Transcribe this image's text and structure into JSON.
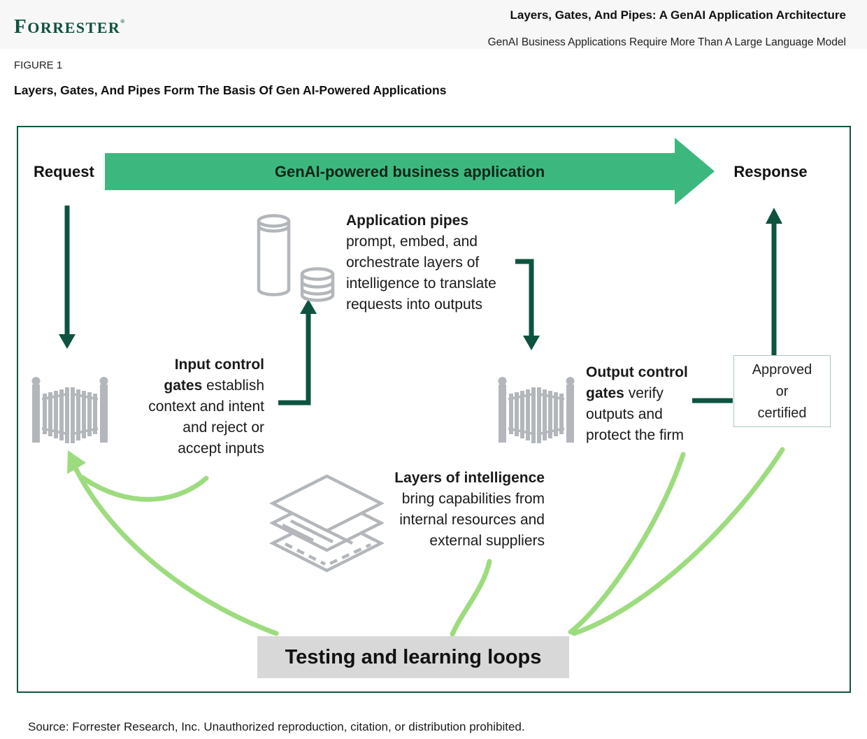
{
  "header": {
    "logo_text": "Forrester",
    "logo_reg": "®",
    "title": "Layers, Gates, And Pipes: A GenAI Application Architecture",
    "subtitle": "GenAI Business Applications Require More Than A Large Language Model"
  },
  "figure": {
    "label": "FIGURE 1",
    "title": "Layers, Gates, And Pipes Form The Basis Of Gen AI-Powered Applications"
  },
  "diagram": {
    "request_label": "Request",
    "arrow_label": "GenAI-powered business application",
    "response_label": "Response",
    "blocks": {
      "pipes": [
        [
          {
            "t": "Application pipes",
            "b": true
          }
        ],
        [
          {
            "t": "prompt, embed, and"
          }
        ],
        [
          {
            "t": "orchestrate layers of"
          }
        ],
        [
          {
            "t": "intelligence to translate"
          }
        ],
        [
          {
            "t": "requests into outputs"
          }
        ]
      ],
      "input_gates": [
        [
          {
            "t": "Input control",
            "b": true
          }
        ],
        [
          {
            "t": "gates",
            "b": true
          },
          {
            "t": " establish"
          }
        ],
        [
          {
            "t": "context and intent"
          }
        ],
        [
          {
            "t": "and reject or"
          }
        ],
        [
          {
            "t": "accept inputs"
          }
        ]
      ],
      "output_gates": [
        [
          {
            "t": "Output control",
            "b": true
          }
        ],
        [
          {
            "t": "gates",
            "b": true
          },
          {
            "t": " verify"
          }
        ],
        [
          {
            "t": "outputs and"
          }
        ],
        [
          {
            "t": "protect the firm"
          }
        ]
      ],
      "layers": [
        [
          {
            "t": "Layers of intelligence",
            "b": true
          }
        ],
        [
          {
            "t": "bring capabilities from"
          }
        ],
        [
          {
            "t": "internal resources and"
          }
        ],
        [
          {
            "t": "external suppliers"
          }
        ]
      ],
      "approved": [
        [
          {
            "t": "Approved"
          }
        ],
        [
          {
            "t": "or"
          }
        ],
        [
          {
            "t": "certified"
          }
        ]
      ]
    },
    "testing_label": "Testing and learning loops",
    "icons": [
      "database-tall-icon",
      "database-short-icon",
      "gate-input-icon",
      "gate-output-icon",
      "layers-stack-icon"
    ]
  },
  "footer": {
    "source": "Source: Forrester Research, Inc. Unauthorized reproduction, citation, or distribution prohibited."
  },
  "colors": {
    "brand_green": "#0e5340",
    "dark_green": "#0d5440",
    "arrow_green": "#3cb87e",
    "light_green": "#9ddc7e",
    "icon_gray": "#b3b7bb",
    "testing_bg": "#d8d8d8",
    "approved_border": "#a9c6ba",
    "header_bg": "#f7f7f7",
    "text": "#1a1a1a"
  }
}
